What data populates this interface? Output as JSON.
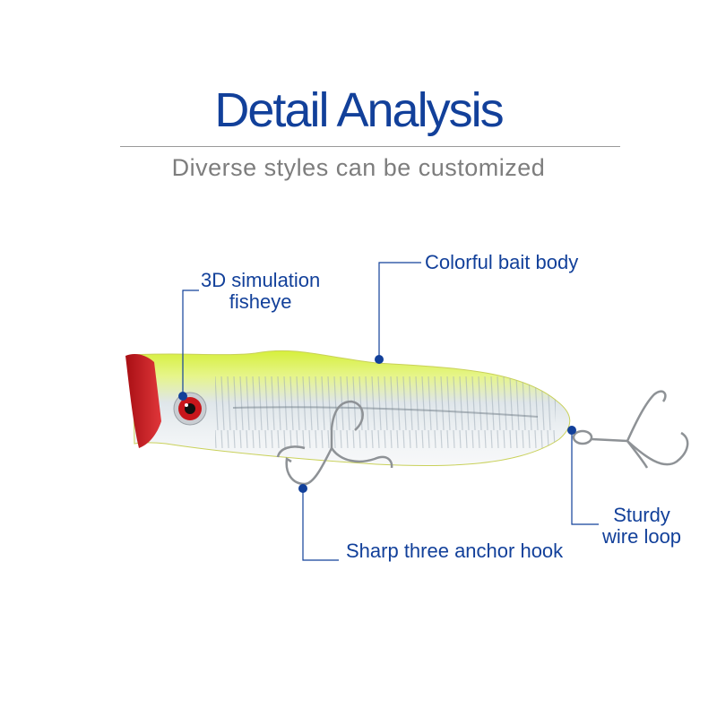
{
  "header": {
    "title": "Detail Analysis",
    "subtitle": "Diverse styles can be customized"
  },
  "callouts": {
    "fisheye": {
      "line1": "3D simulation",
      "line2": "fisheye"
    },
    "body": "Colorful bait body",
    "hook": "Sharp three anchor hook",
    "loop": {
      "line1": "Sturdy",
      "line2": "wire loop"
    }
  },
  "colors": {
    "accent": "#12409a",
    "lure_body": "#d8f14a",
    "lure_head": "#c8161b",
    "rule": "#9a9a9a",
    "subtitle": "#7d7d7d"
  }
}
